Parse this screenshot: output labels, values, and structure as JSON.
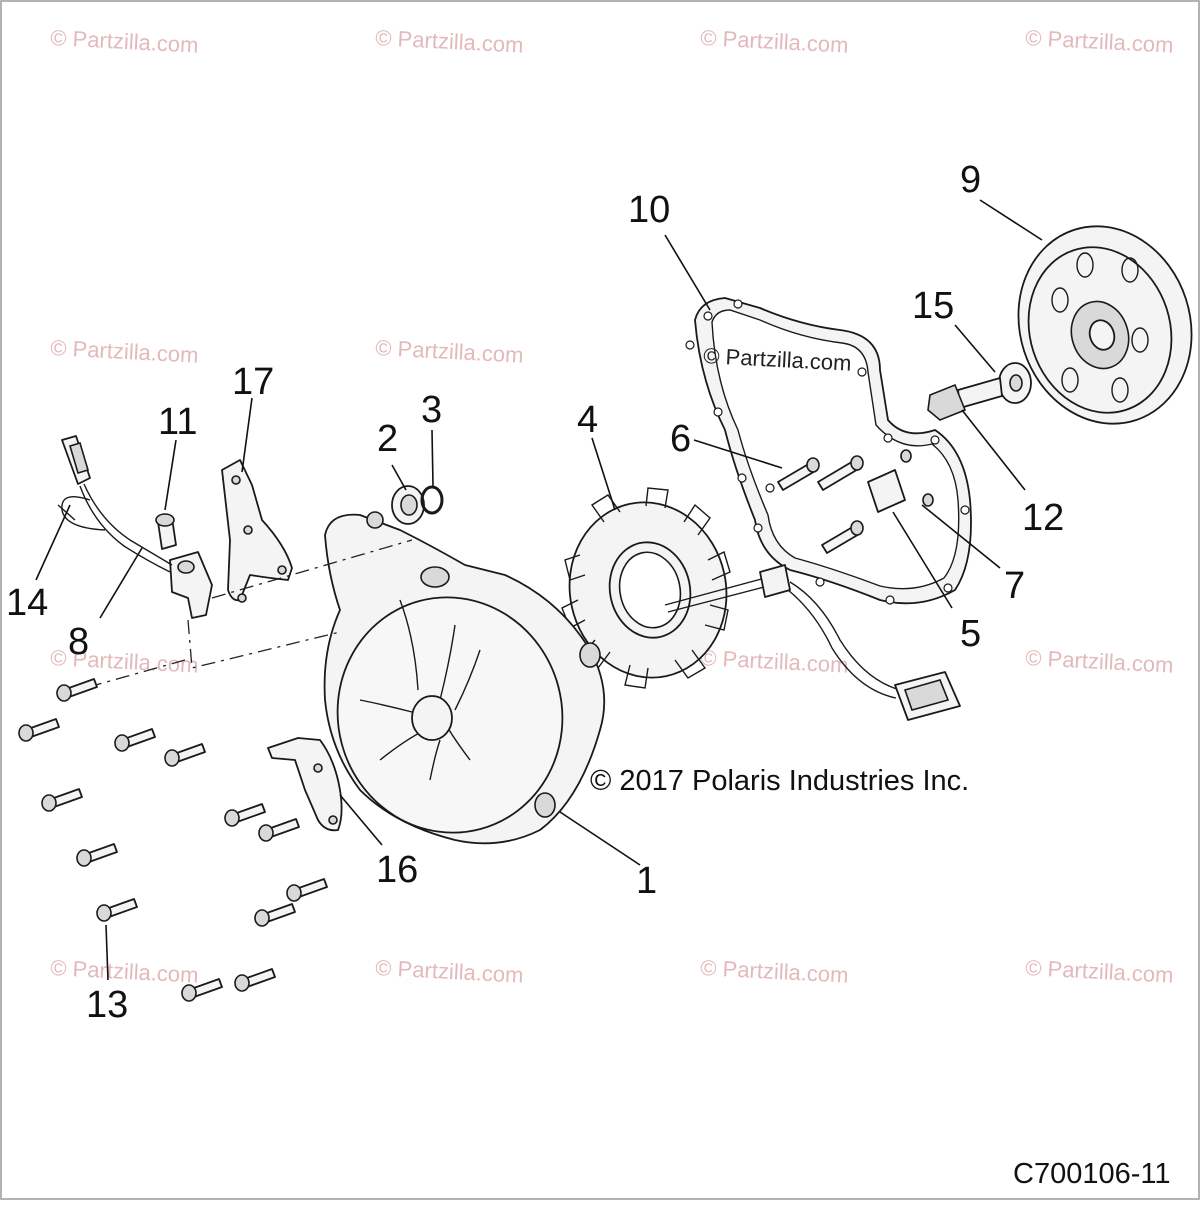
{
  "callouts": {
    "c1": "1",
    "c2": "2",
    "c3": "3",
    "c4": "4",
    "c5": "5",
    "c6": "6",
    "c7": "7",
    "c8": "8",
    "c9": "9",
    "c10": "10",
    "c11": "11",
    "c12": "12",
    "c13": "13",
    "c14": "14",
    "c15": "15",
    "c16": "16",
    "c17": "17"
  },
  "copyright": "© 2017 Polaris Industries Inc.",
  "inline_watermark": "© Partzilla.com",
  "watermark": "© Partzilla.com",
  "diagram_code": "C700106-11"
}
